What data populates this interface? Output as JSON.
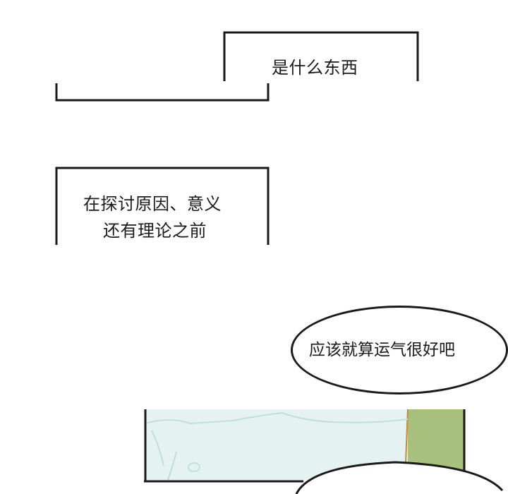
{
  "page": {
    "background": "#ffffff",
    "ink": "#1a1a1a"
  },
  "captions": [
    {
      "text": "是什么东西"
    },
    {
      "lines": [
        "在探讨原因、意义",
        "还有理论之前"
      ]
    }
  ],
  "bubbles": [
    {
      "text": "应该就算运气很好吧"
    }
  ],
  "panel": {
    "sky_color": "#dcefee",
    "outline_color": "#bfe0d6",
    "side_color": "#a8c07e"
  }
}
